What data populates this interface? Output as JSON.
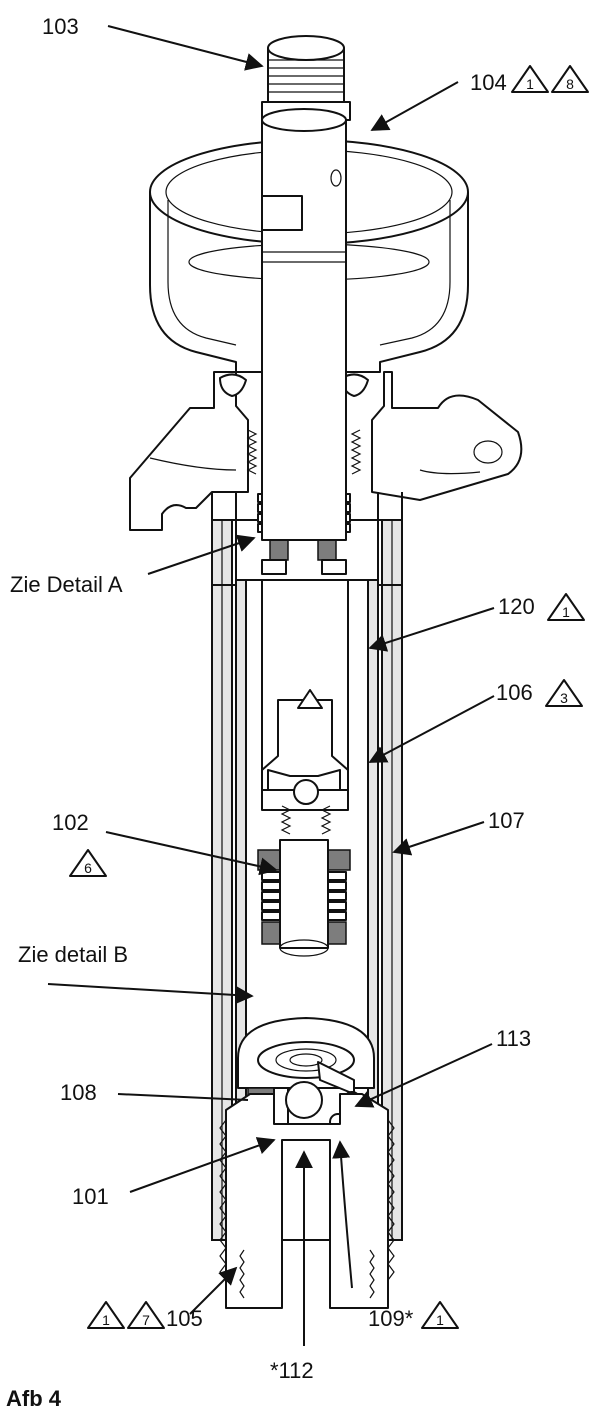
{
  "callouts": {
    "p103": "103",
    "p104": "104",
    "p104_notes": [
      "1",
      "8"
    ],
    "detail_a": "Zie Detail A",
    "p120": "120",
    "p120_notes": [
      "1"
    ],
    "p106": "106",
    "p106_notes": [
      "3"
    ],
    "p107": "107",
    "p102": "102",
    "p102_notes": [
      "6"
    ],
    "detail_b": "Zie detail B",
    "p113": "113",
    "p108": "108",
    "p101": "101",
    "p105": "105",
    "p105_notes": [
      "1",
      "7"
    ],
    "p109": "109*",
    "p109_notes": [
      "1"
    ],
    "p112": "*112"
  },
  "figure_label": "Afb 4"
}
